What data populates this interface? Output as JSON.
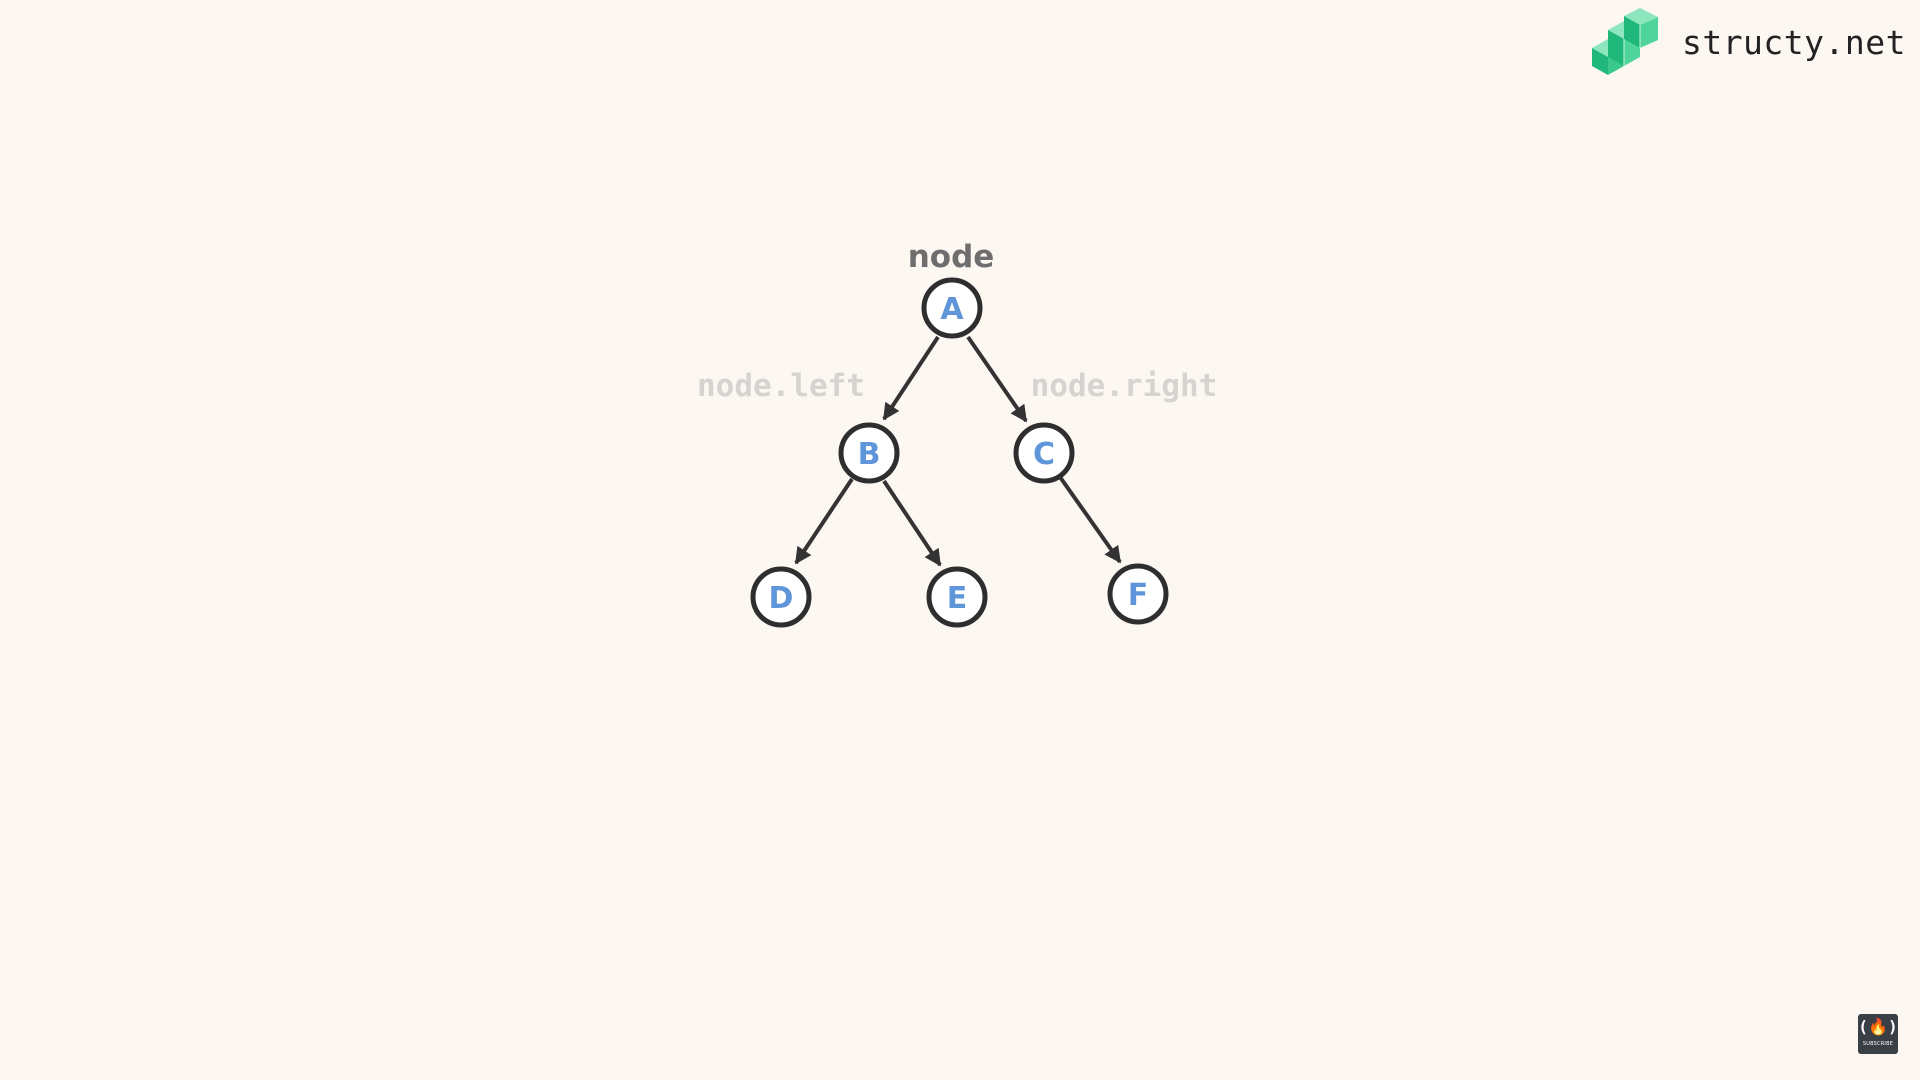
{
  "brand": {
    "name": "structy.net",
    "logo_icon": "isometric-cubes-logo-icon",
    "logo_colors": [
      "#1fb87a",
      "#4fd59b",
      "#8ee6bf"
    ]
  },
  "diagram": {
    "colors": {
      "node_stroke": "#2e2e2e",
      "node_fill": "#ffffff",
      "node_text": "#5f96d9",
      "edge": "#333333",
      "active_pointer": "#6e6e6e",
      "inactive_pointer": "#d6d3d0"
    },
    "pointer_labels": {
      "node": "node",
      "left": "node.left",
      "right": "node.right"
    },
    "nodes": [
      {
        "id": "A",
        "label": "A"
      },
      {
        "id": "B",
        "label": "B"
      },
      {
        "id": "C",
        "label": "C"
      },
      {
        "id": "D",
        "label": "D"
      },
      {
        "id": "E",
        "label": "E"
      },
      {
        "id": "F",
        "label": "F"
      }
    ],
    "edges": [
      {
        "from": "A",
        "to": "B"
      },
      {
        "from": "A",
        "to": "C"
      },
      {
        "from": "B",
        "to": "D"
      },
      {
        "from": "B",
        "to": "E"
      },
      {
        "from": "C",
        "to": "F"
      }
    ]
  },
  "subscribe_badge": {
    "icon": "freecodecamp-flame-icon",
    "glyph": "(🔥)",
    "label": "SUBSCRIBE"
  }
}
